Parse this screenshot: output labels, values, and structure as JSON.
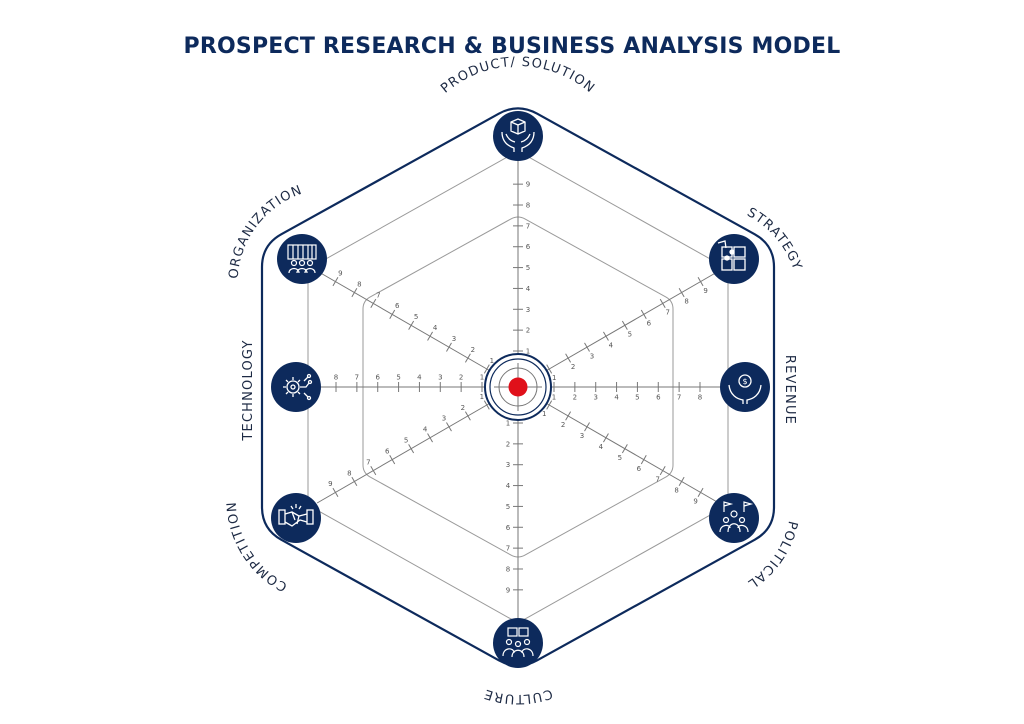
{
  "title": "PROSPECT RESEARCH & BUSINESS ANALYSIS MODEL",
  "colors": {
    "navy": "#0d2a5c",
    "grid": "#9a9a9a",
    "axis": "#777777",
    "center": "#e0101a"
  },
  "axes": [
    {
      "label": "PRODUCT/ SOLUTION",
      "icon": "hands-box-icon"
    },
    {
      "label": "STRATEGY",
      "icon": "puzzle-icon"
    },
    {
      "label": "REVENUE",
      "icon": "hand-coin-icon"
    },
    {
      "label": "POLITICAL",
      "icon": "flag-people-icon"
    },
    {
      "label": "CULTURE",
      "icon": "team-puzzle-icon"
    },
    {
      "label": "COMPETITION",
      "icon": "handshake-icon"
    },
    {
      "label": "TECHNOLOGY",
      "icon": "gear-circuit-icon"
    },
    {
      "label": "ORGANIZATION",
      "icon": "building-people-icon"
    }
  ],
  "scale_labels": [
    "1",
    "2",
    "3",
    "4",
    "5",
    "6",
    "7",
    "8",
    "9"
  ]
}
